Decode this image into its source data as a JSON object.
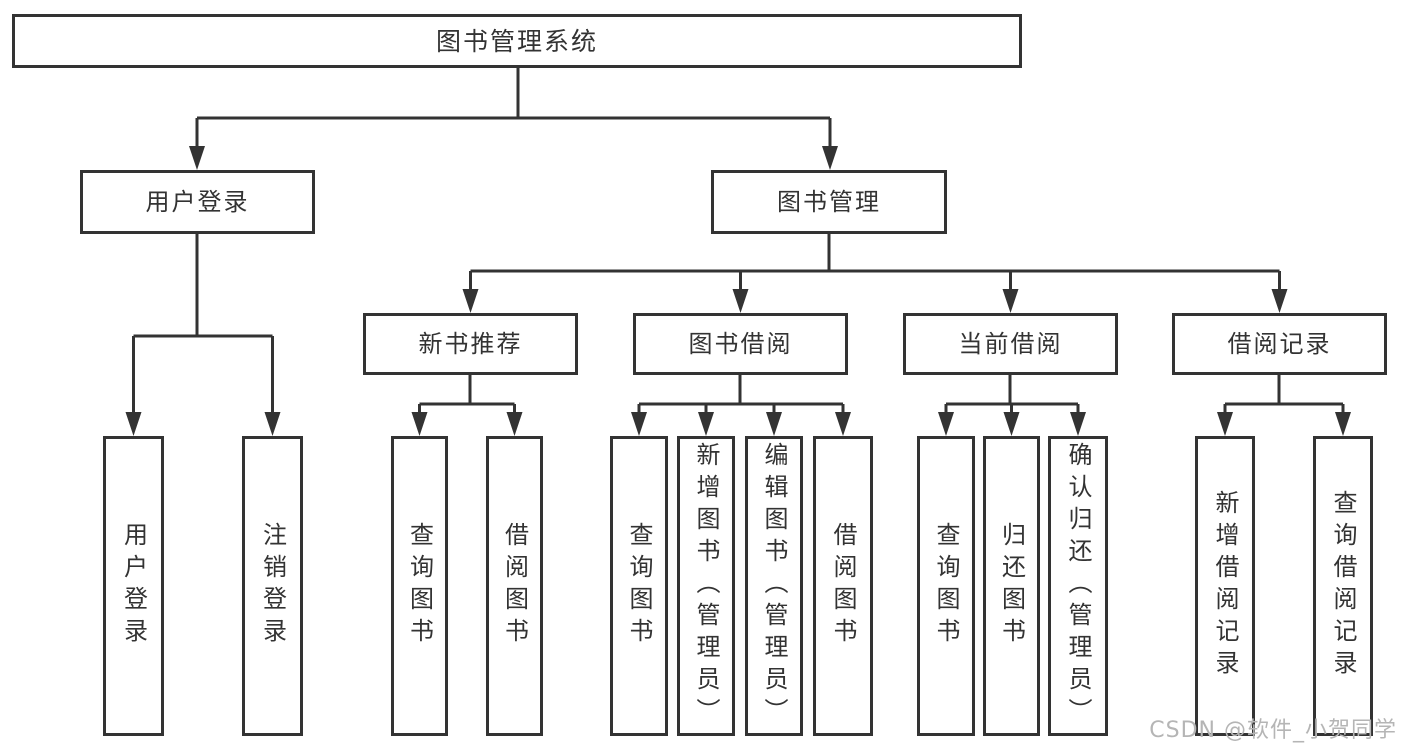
{
  "diagram": {
    "title": "图书管理系统",
    "type": "hierarchy-diagram",
    "colors": {
      "line": "#333333",
      "box_border": "#333333",
      "box_fill": "#ffffff",
      "text": "#333333",
      "watermark_text_color": "#b5b5b5"
    },
    "watermark": "CSDN @软件_小贺同学"
  },
  "nodes": {
    "root": {
      "label": "图书管理系统"
    },
    "user_login": {
      "label": "用户登录"
    },
    "book_mgmt": {
      "label": "图书管理"
    },
    "new_book_rec": {
      "label": "新书推荐"
    },
    "book_borrow": {
      "label": "图书借阅"
    },
    "current_borrow": {
      "label": "当前借阅"
    },
    "borrow_record": {
      "label": "借阅记录"
    },
    "leaf_user_login": {
      "label": "用户登录"
    },
    "leaf_logout": {
      "label": "注销登录"
    },
    "leaf_nb_query": {
      "label": "查询图书"
    },
    "leaf_nb_borrow": {
      "label": "借阅图书"
    },
    "leaf_bb_query": {
      "label": "查询图书"
    },
    "leaf_bb_add": {
      "label": "新增图书（管理员）"
    },
    "leaf_bb_edit": {
      "label": "编辑图书（管理员）"
    },
    "leaf_bb_borrow": {
      "label": "借阅图书"
    },
    "leaf_cb_query": {
      "label": "查询图书"
    },
    "leaf_cb_return": {
      "label": "归还图书"
    },
    "leaf_cb_confirm": {
      "label": "确认归还（管理员）"
    },
    "leaf_br_add": {
      "label": "新增借阅记录"
    },
    "leaf_br_query": {
      "label": "查询借阅记录"
    }
  },
  "hierarchy": {
    "图书管理系统": [
      "用户登录",
      "图书管理"
    ],
    "用户登录": [
      "用户登录",
      "注销登录"
    ],
    "图书管理": [
      "新书推荐",
      "图书借阅",
      "当前借阅",
      "借阅记录"
    ],
    "新书推荐": [
      "查询图书",
      "借阅图书"
    ],
    "图书借阅": [
      "查询图书",
      "新增图书（管理员）",
      "编辑图书（管理员）",
      "借阅图书"
    ],
    "当前借阅": [
      "查询图书",
      "归还图书",
      "确认归还（管理员）"
    ],
    "借阅记录": [
      "新增借阅记录",
      "查询借阅记录"
    ]
  }
}
